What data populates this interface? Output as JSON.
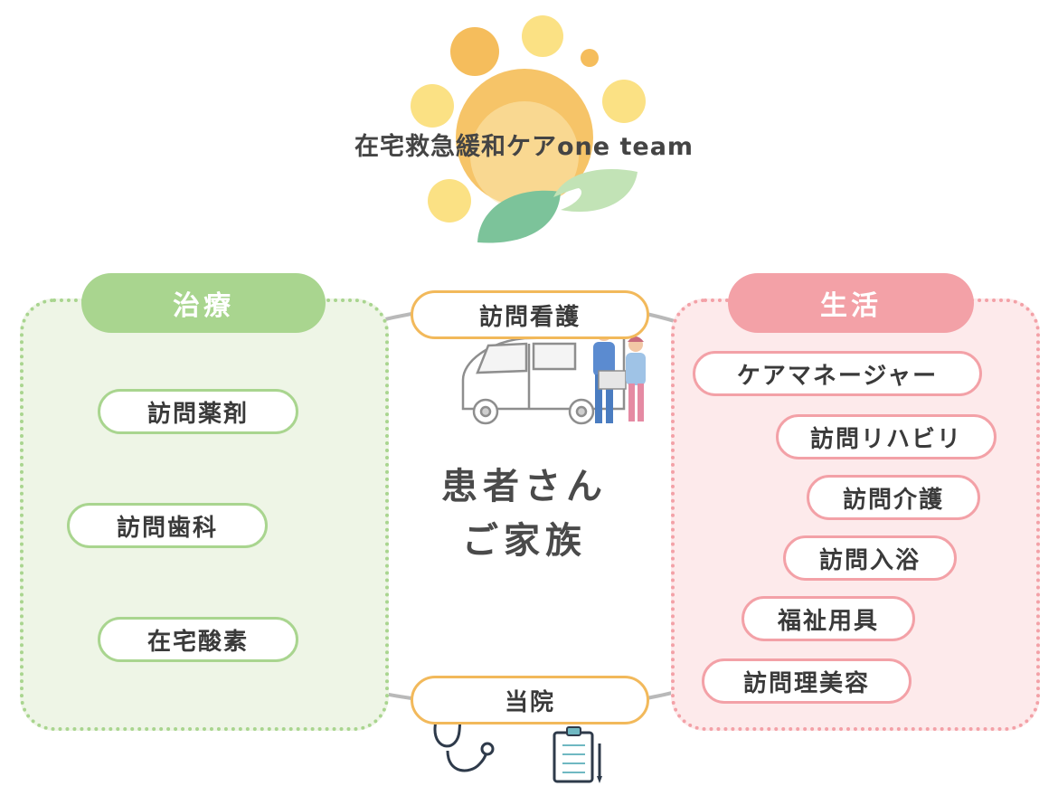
{
  "logo": {
    "text": "在宅救急緩和ケアone team",
    "colors": {
      "sun": "#f4b64a",
      "sun_light": "#fbe07f",
      "leaf_dark": "#7cc39a",
      "leaf_light": "#c2e3b6"
    }
  },
  "groups": {
    "treatment": {
      "header": "治療",
      "color": "#a9d58f",
      "fill": "#eef5e6",
      "items": [
        "訪問薬剤",
        "訪問歯科",
        "在宅酸素"
      ]
    },
    "life": {
      "header": "生活",
      "color": "#f3a1a7",
      "fill": "#fdeaeb",
      "items": [
        "ケアマネージャー",
        "訪問リハビリ",
        "訪問介護",
        "訪問入浴",
        "福祉用具",
        "訪問理美容"
      ]
    }
  },
  "top_node": {
    "label": "訪問看護",
    "color": "#f2b95b"
  },
  "bottom_node": {
    "label": "当院",
    "color": "#f2b95b"
  },
  "center": {
    "line1": "患者さん",
    "line2": "ご家族"
  },
  "connector_color": "#b9b9b9",
  "icons": [
    "van-icon",
    "nurse-icon",
    "caregiver-icon",
    "stethoscope-icon",
    "clipboard-icon"
  ]
}
